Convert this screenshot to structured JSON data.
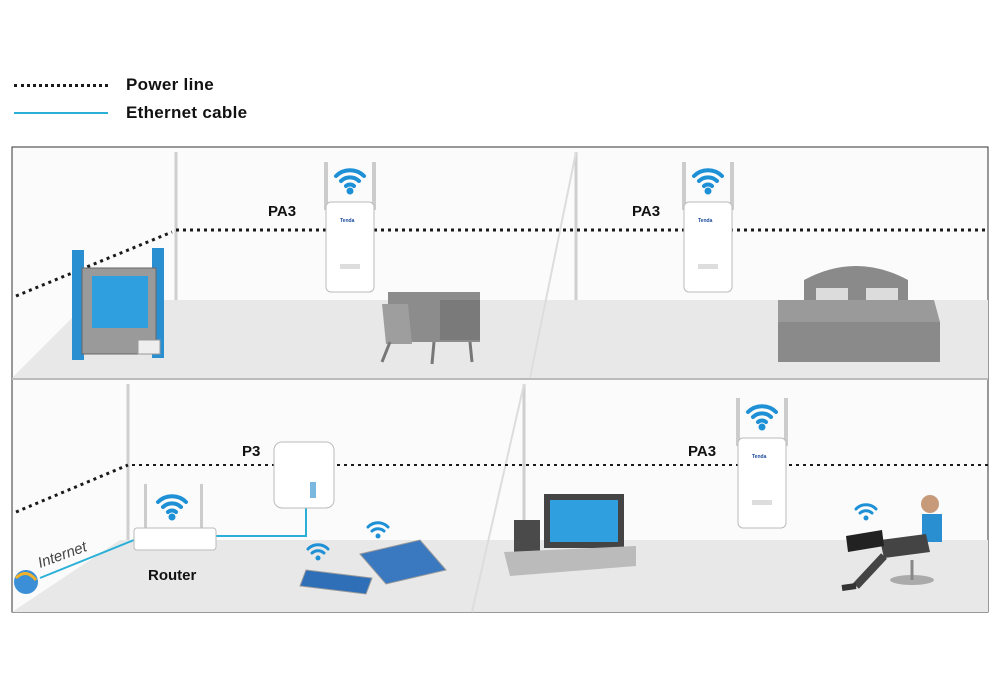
{
  "legend": {
    "power_line": "Power line",
    "ethernet_cable": "Ethernet cable"
  },
  "labels": {
    "adapter_top_left": "PA3",
    "adapter_top_right": "PA3",
    "adapter_bottom_left": "P3",
    "adapter_bottom_right": "PA3",
    "router": "Router",
    "internet": "Internet",
    "brand": "Tenda"
  },
  "colors": {
    "power_line": "#1a1a1a",
    "ethernet": "#2ab0d8",
    "wifi": "#1e90d6",
    "floor": "#e6e6e6",
    "wall": "#f7f7f7",
    "furniture": "#8a8a8a"
  }
}
